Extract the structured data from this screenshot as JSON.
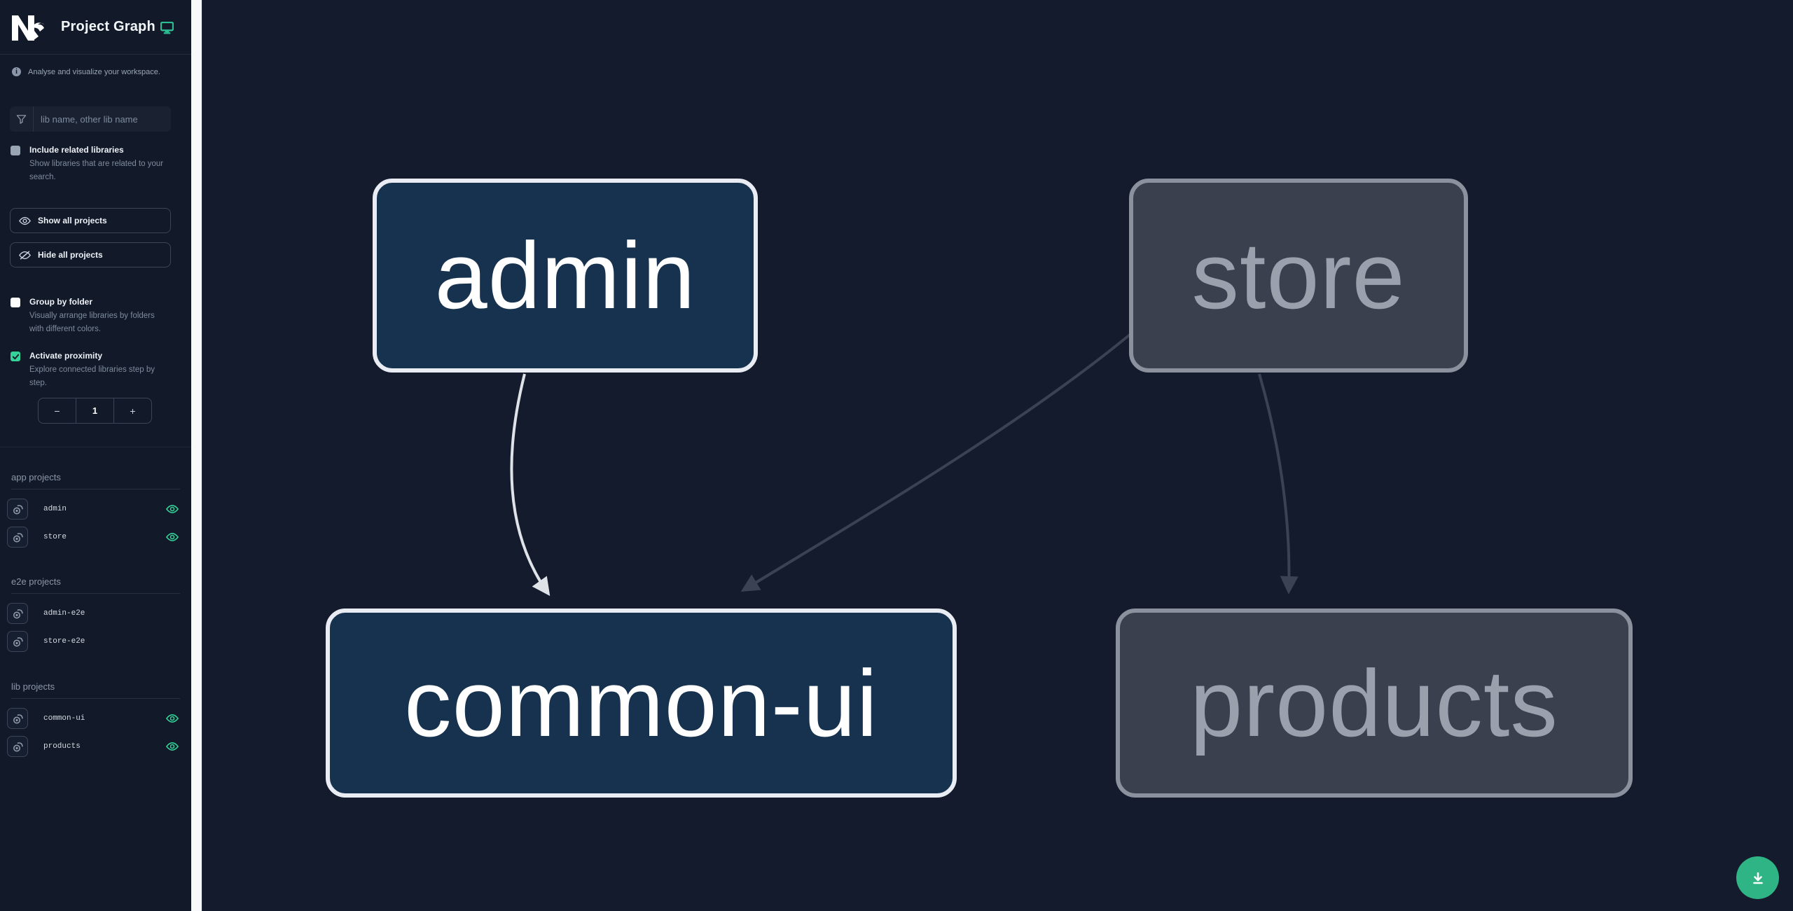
{
  "app": {
    "title": "Project Graph",
    "tagline": "Analyse and visualize your workspace."
  },
  "sidebar": {
    "filter": {
      "placeholder": "lib name, other lib name"
    },
    "include_related": {
      "label": "Include related libraries",
      "description": "Show libraries that are related to your search.",
      "checked": false
    },
    "show_all_label": "Show all projects",
    "hide_all_label": "Hide all projects",
    "group_by_folder": {
      "label": "Group by folder",
      "description": "Visually arrange libraries by folders with different colors.",
      "checked": false
    },
    "activate_proximity": {
      "label": "Activate proximity",
      "description": "Explore connected libraries step by step.",
      "checked": true
    },
    "proximity_stepper": {
      "decrement": "−",
      "value": "1",
      "increment": "+"
    },
    "sections": [
      {
        "title": "app projects",
        "items": [
          {
            "name": "admin",
            "visible": true
          },
          {
            "name": "store",
            "visible": true
          }
        ]
      },
      {
        "title": "e2e projects",
        "items": [
          {
            "name": "admin-e2e",
            "visible": false
          },
          {
            "name": "store-e2e",
            "visible": false
          }
        ]
      },
      {
        "title": "lib projects",
        "items": [
          {
            "name": "common-ui",
            "visible": true
          },
          {
            "name": "products",
            "visible": true
          }
        ]
      }
    ]
  },
  "graph": {
    "nodes": [
      {
        "id": "admin",
        "label": "admin",
        "state": "focused"
      },
      {
        "id": "store",
        "label": "store",
        "state": "faded"
      },
      {
        "id": "common-ui",
        "label": "common-ui",
        "state": "focused"
      },
      {
        "id": "products",
        "label": "products",
        "state": "faded"
      }
    ],
    "edges": [
      {
        "source": "admin",
        "target": "common-ui",
        "state": "focused"
      },
      {
        "source": "store",
        "target": "common-ui",
        "state": "faded"
      },
      {
        "source": "store",
        "target": "products",
        "state": "faded"
      }
    ]
  },
  "colors": {
    "accent_green": "#34d399",
    "fab_green": "#2fb585",
    "monitor_teal": "#2ebd92",
    "node_focused_fill": "#16324f",
    "node_focused_border": "#e9edf3",
    "node_faded_fill": "#3a404d",
    "node_faded_border": "#8b929e",
    "edge_focused": "#dfe3e8",
    "edge_faded": "#3a4253"
  }
}
